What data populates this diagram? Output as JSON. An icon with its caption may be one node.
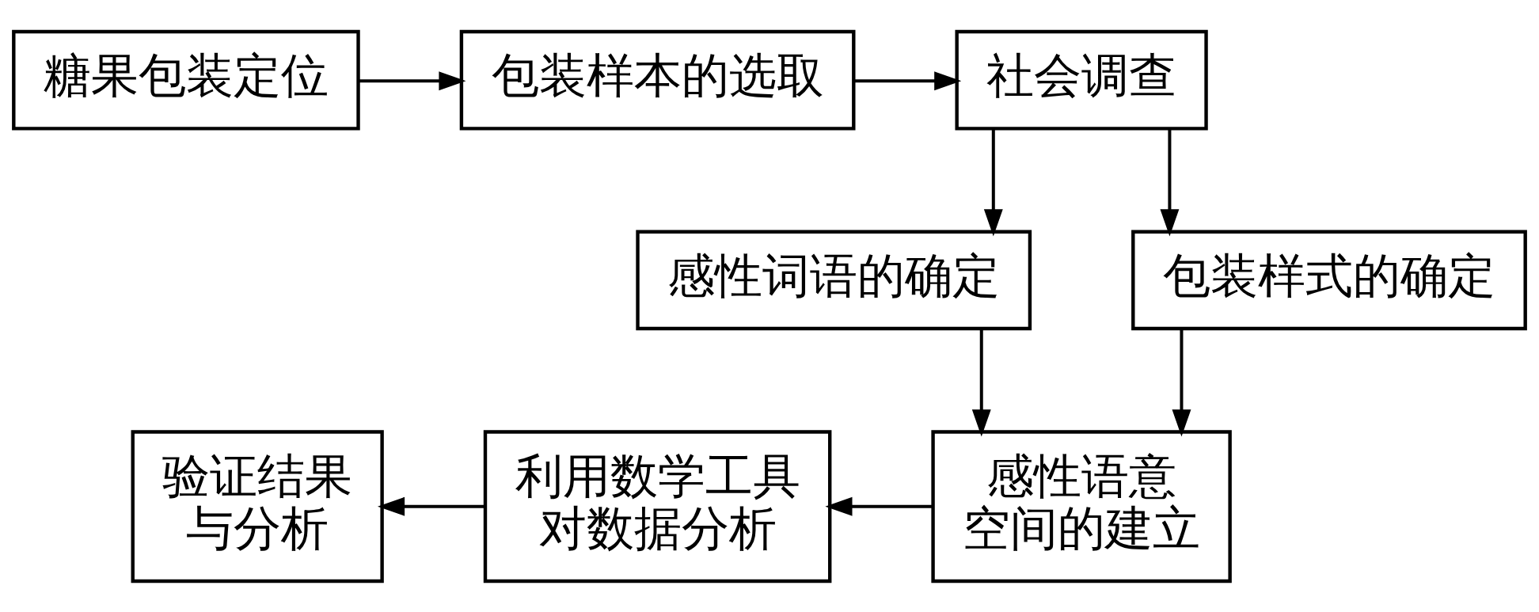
{
  "diagram": {
    "nodes": [
      {
        "text": [
          "糖果包装定位"
        ]
      },
      {
        "text": [
          "包装样本的选取"
        ]
      },
      {
        "text": [
          "社会调查"
        ]
      },
      {
        "text": [
          "感性词语的确定"
        ]
      },
      {
        "text": [
          "包装样式的确定"
        ]
      },
      {
        "text": [
          "感性语意空间的建立"
        ]
      },
      {
        "text": [
          "利用数学工具对数据分析"
        ]
      },
      {
        "text": [
          "验证结果与分析"
        ]
      }
    ],
    "edges": [
      {
        "from": 0,
        "to": 1,
        "arrow": "to"
      },
      {
        "from": 1,
        "to": 2,
        "arrow": "to"
      },
      {
        "from": 2,
        "to": 3,
        "arrow": "to"
      },
      {
        "from": 2,
        "to": 4,
        "arrow": "to"
      },
      {
        "from": 3,
        "to": 5,
        "arrow": "to"
      },
      {
        "from": 4,
        "to": 5,
        "arrow": "to"
      },
      {
        "from": 5,
        "to": 6,
        "arrow": "to"
      },
      {
        "from": 6,
        "to": 7,
        "arrow": "to"
      }
    ]
  }
}
